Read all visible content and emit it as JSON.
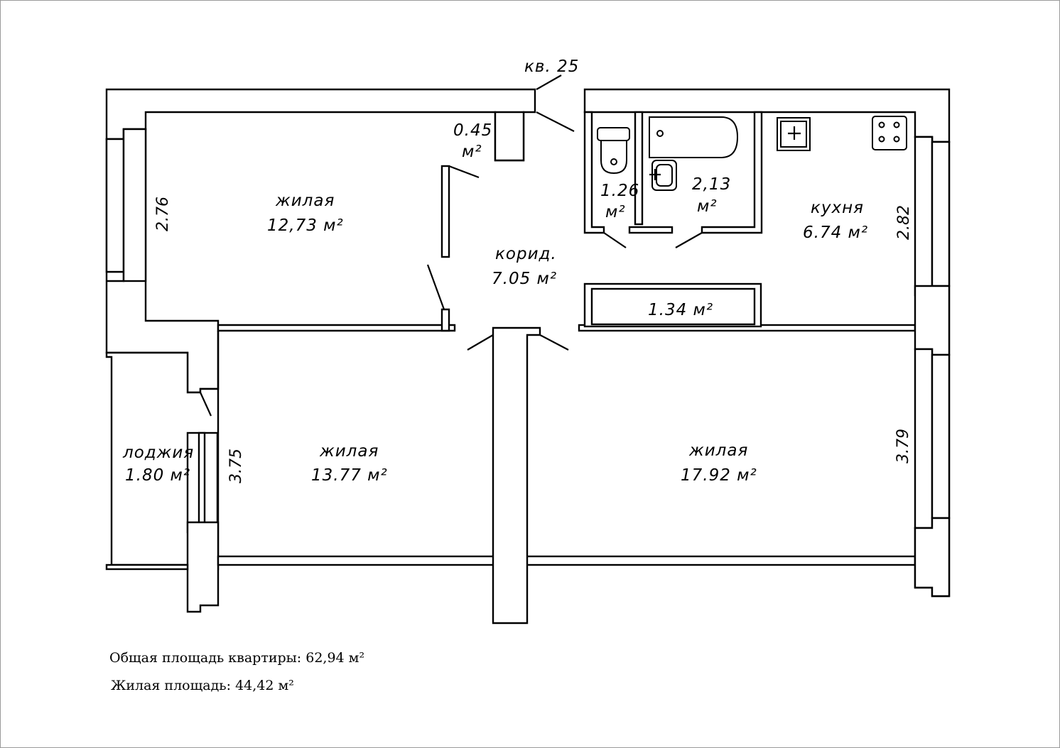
{
  "apartment": {
    "label": "кв. 25"
  },
  "rooms": [
    {
      "id": "living-1",
      "name": "жилая",
      "area": "12,73 м²"
    },
    {
      "id": "closet",
      "name": "",
      "area_line1": "0.45",
      "area_line2": "м²"
    },
    {
      "id": "corridor",
      "name": "корид.",
      "area": "7.05 м²"
    },
    {
      "id": "toilet",
      "name": "",
      "area_line1": "1.26",
      "area_line2": "м²"
    },
    {
      "id": "bathroom",
      "name": "",
      "area_line1": "2,13",
      "area_line2": "м²"
    },
    {
      "id": "kitchen",
      "name": "кухня",
      "area": "6.74 м²"
    },
    {
      "id": "storage",
      "name": "",
      "area": "1.34 м²"
    },
    {
      "id": "loggia",
      "name": "лоджия",
      "area": "1.80 м²"
    },
    {
      "id": "living-2",
      "name": "жилая",
      "area": "13.77 м²"
    },
    {
      "id": "living-3",
      "name": "жилая",
      "area": "17.92 м²"
    }
  ],
  "dimensions": {
    "living1_width": "2.76",
    "kitchen_width": "2.82",
    "living2_width": "3.75",
    "living3_width": "3.79"
  },
  "summary": {
    "total": "Общая площадь квартиры: 62,94 м²",
    "living": "Жилая площадь: 44,42 м²"
  }
}
